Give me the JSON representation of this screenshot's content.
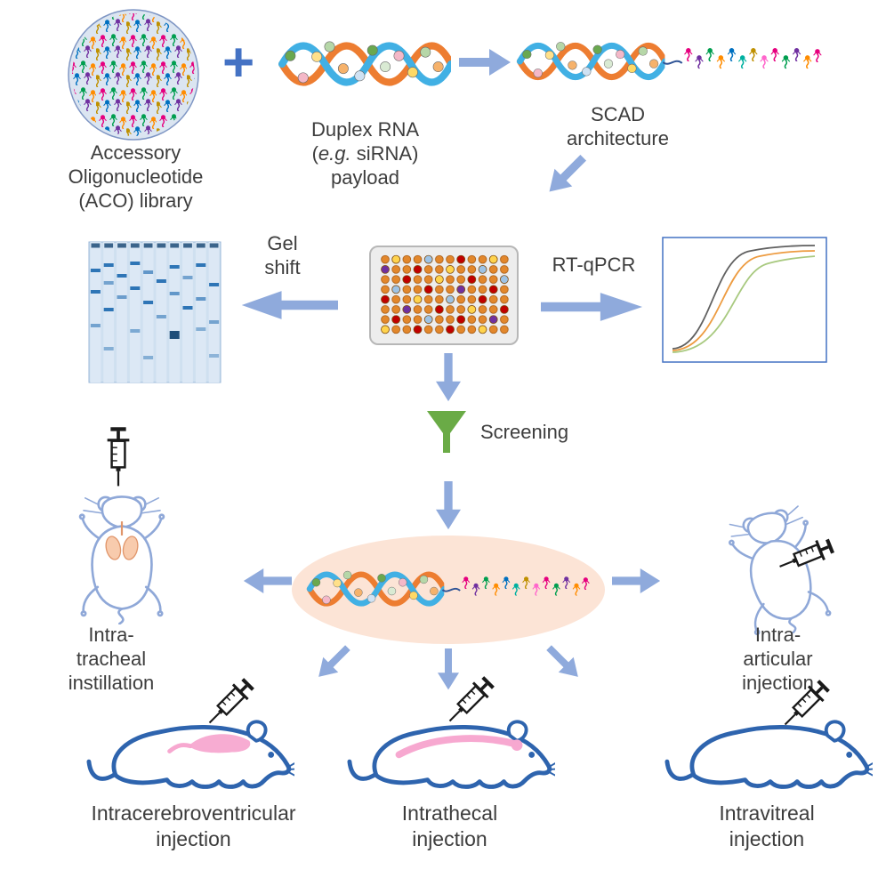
{
  "colors": {
    "arrow": "#8faadc",
    "plus": "#4472c4",
    "funnel": "#6aab46",
    "oval_bg": "#fce4d6",
    "mouse_side": "#2e64ae",
    "mouse_top": "#8fa8d8",
    "pink_organ": "#f7a8d0",
    "lung": "#f8cbad",
    "gel_bg": "#cfe0f0",
    "gel_band": "#2e75b6",
    "qpcr_gray": "#606060",
    "qpcr_orange": "#ed9b40",
    "qpcr_green": "#a8c97f",
    "strand_orange": "#ed7d31",
    "strand_blue": "#41b0e4",
    "text": "#3d3d3d"
  },
  "labels": {
    "aco": [
      "Accessory",
      "Oligonucleotide",
      "(ACO) library"
    ],
    "plus": "+",
    "duplex": {
      "l1": "Duplex RNA",
      "l2_open": "(",
      "l2_italic": "e.g.",
      "l2_rest": " siRNA)",
      "l3": "payload"
    },
    "scad": [
      "SCAD",
      "architecture"
    ],
    "gel_shift": [
      "Gel",
      "shift"
    ],
    "rt_qpcr": "RT-qPCR",
    "screening": "Screening",
    "intratracheal": [
      "Intra-",
      "tracheal",
      "instillation"
    ],
    "intraarticular": [
      "Intra-",
      "articular",
      "injection"
    ],
    "icv": [
      "Intracerebroventricular",
      "injection"
    ],
    "intrathecal": [
      "Intrathecal",
      "injection"
    ],
    "intravitreal": [
      "Intravitreal",
      "injection"
    ]
  }
}
